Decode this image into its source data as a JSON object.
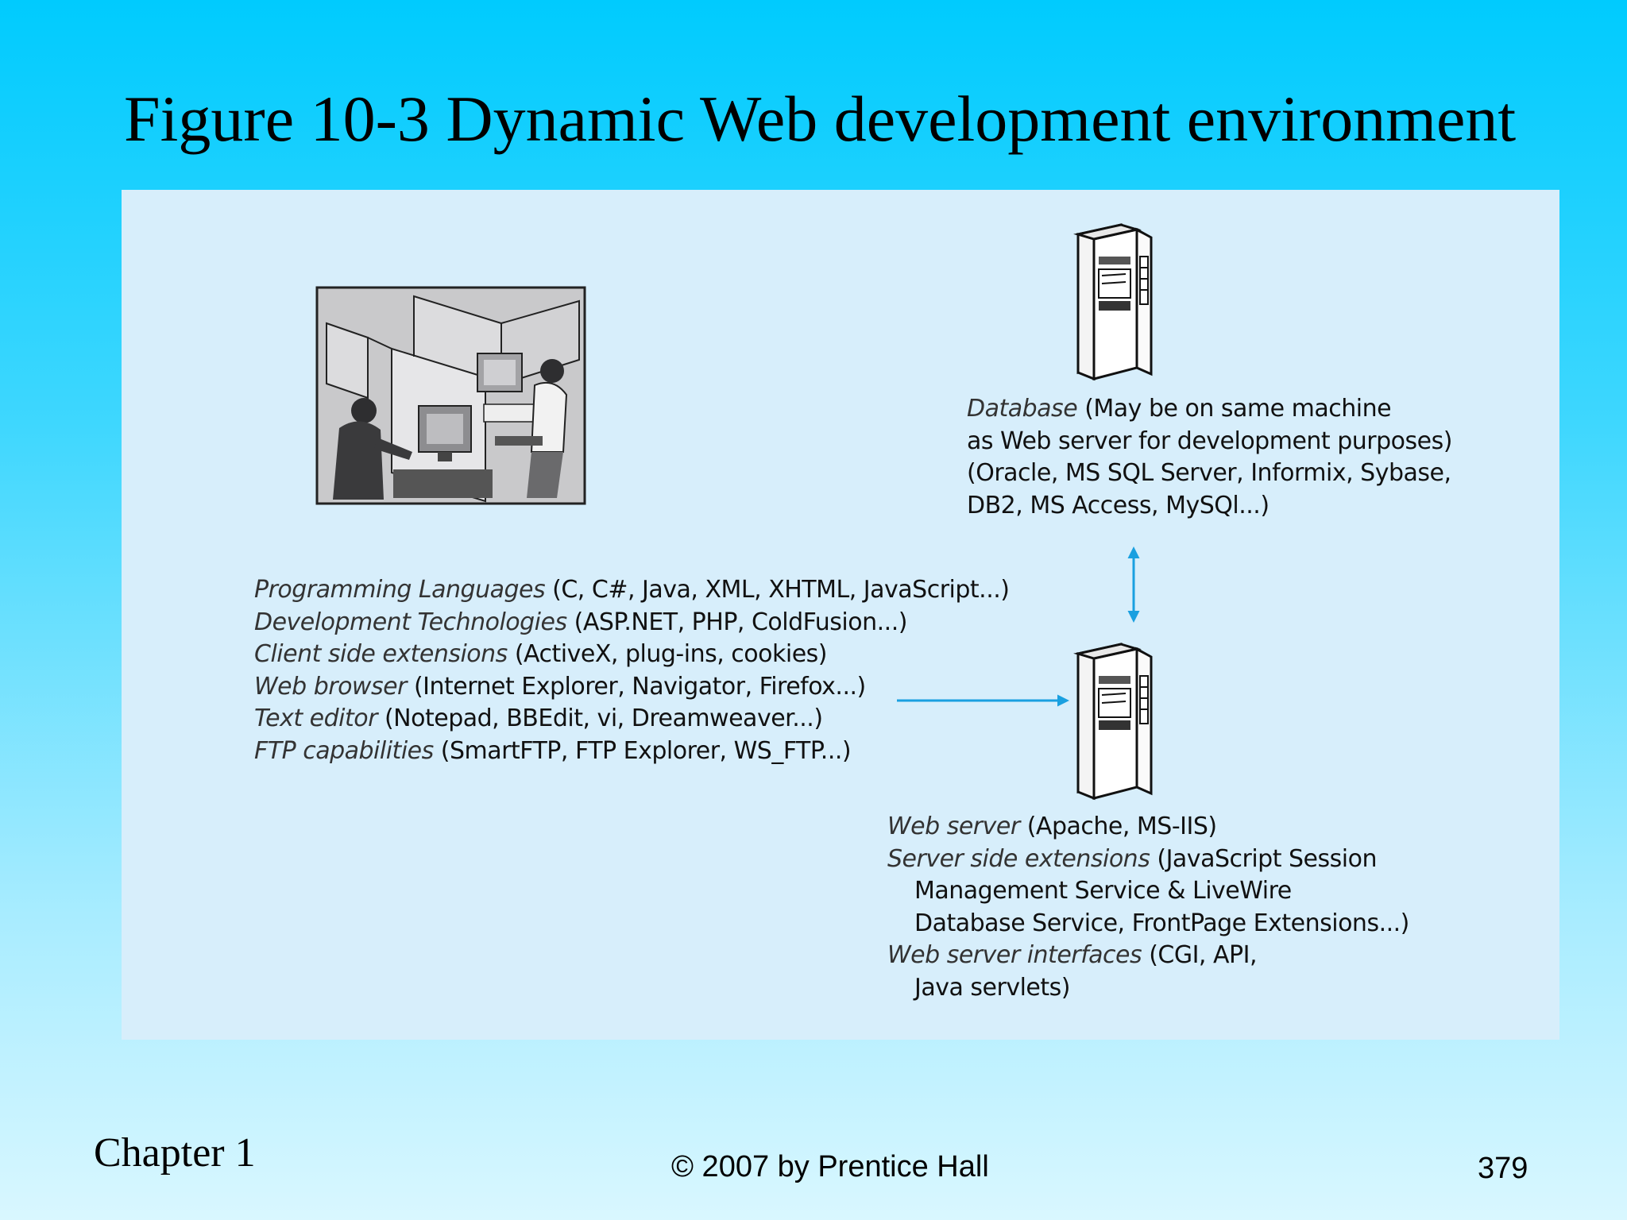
{
  "slide": {
    "title": "Figure 10-3 Dynamic Web development environment"
  },
  "dev_tools": [
    {
      "term": "Programming Languages",
      "detail": "(C, C#, Java, XML, XHTML, JavaScript...)"
    },
    {
      "term": "Development Technologies",
      "detail": "(ASP.NET, PHP, ColdFusion...)"
    },
    {
      "term": "Client side extensions",
      "detail": "(ActiveX, plug-ins, cookies)"
    },
    {
      "term": "Web browser",
      "detail": "(Internet Explorer, Navigator, Firefox...)"
    },
    {
      "term": "Text editor",
      "detail": "(Notepad, BBEdit, vi, Dreamweaver...)"
    },
    {
      "term": "FTP capabilities",
      "detail": "(SmartFTP, FTP Explorer, WS_FTP...)"
    }
  ],
  "database": {
    "term": "Database",
    "line1": "(May be on same machine",
    "line2": "as Web server for development purposes)",
    "line3": "(Oracle, MS SQL Server, Informix, Sybase,",
    "line4": "DB2, MS Access, MySQl...)"
  },
  "web_server": {
    "term1": "Web server",
    "detail1": "(Apache, MS-IIS)",
    "term2": "Server side extensions",
    "detail2": "(JavaScript Session",
    "detail2_line2": "Management Service & LiveWire",
    "detail2_line3": "Database Service, FrontPage Extensions...)",
    "term3": "Web server interfaces",
    "detail3": "(CGI, API,",
    "detail3_line2": "Java servlets)"
  },
  "footer": {
    "chapter": "Chapter 1",
    "copyright": "© 2007 by Prentice Hall",
    "page": "379"
  },
  "colors": {
    "arrow": "#1aa0e0",
    "panel": "#d7eefb"
  },
  "icons": [
    "developer-workstation-icon",
    "database-server-icon",
    "web-server-icon",
    "double-arrow-icon",
    "arrow-right-icon"
  ]
}
